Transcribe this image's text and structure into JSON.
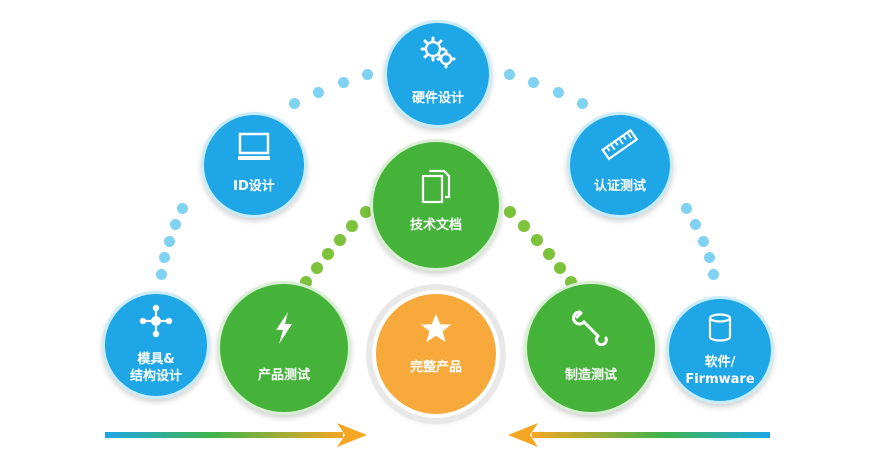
{
  "diagram": {
    "colors": {
      "blue": "#1ea6e6",
      "green": "#45b33a",
      "orange": "#f7a93c",
      "arrow_start": "#1ea6e6",
      "arrow_end": "#f5a623"
    },
    "nodes": {
      "hardware_design": {
        "label": "硬件设计",
        "icon": "gears-icon"
      },
      "id_design": {
        "label": "ID设计",
        "icon": "monitor-icon"
      },
      "certification_test": {
        "label": "认证测试",
        "icon": "ruler-icon"
      },
      "technical_docs": {
        "label": "技术文档",
        "icon": "documents-icon"
      },
      "mold_design": {
        "label_line1": "模具&",
        "label_line2": "结构设计",
        "icon": "network-icon"
      },
      "product_test": {
        "label": "产品测试",
        "icon": "lightning-icon"
      },
      "complete_product": {
        "label": "完整产品",
        "icon": "star-icon"
      },
      "manufacturing_test": {
        "label": "制造测试",
        "icon": "wrench-icon"
      },
      "software_firmware": {
        "label_line1": "软件/",
        "label_line2": "Firmware",
        "icon": "database-icon"
      }
    }
  }
}
